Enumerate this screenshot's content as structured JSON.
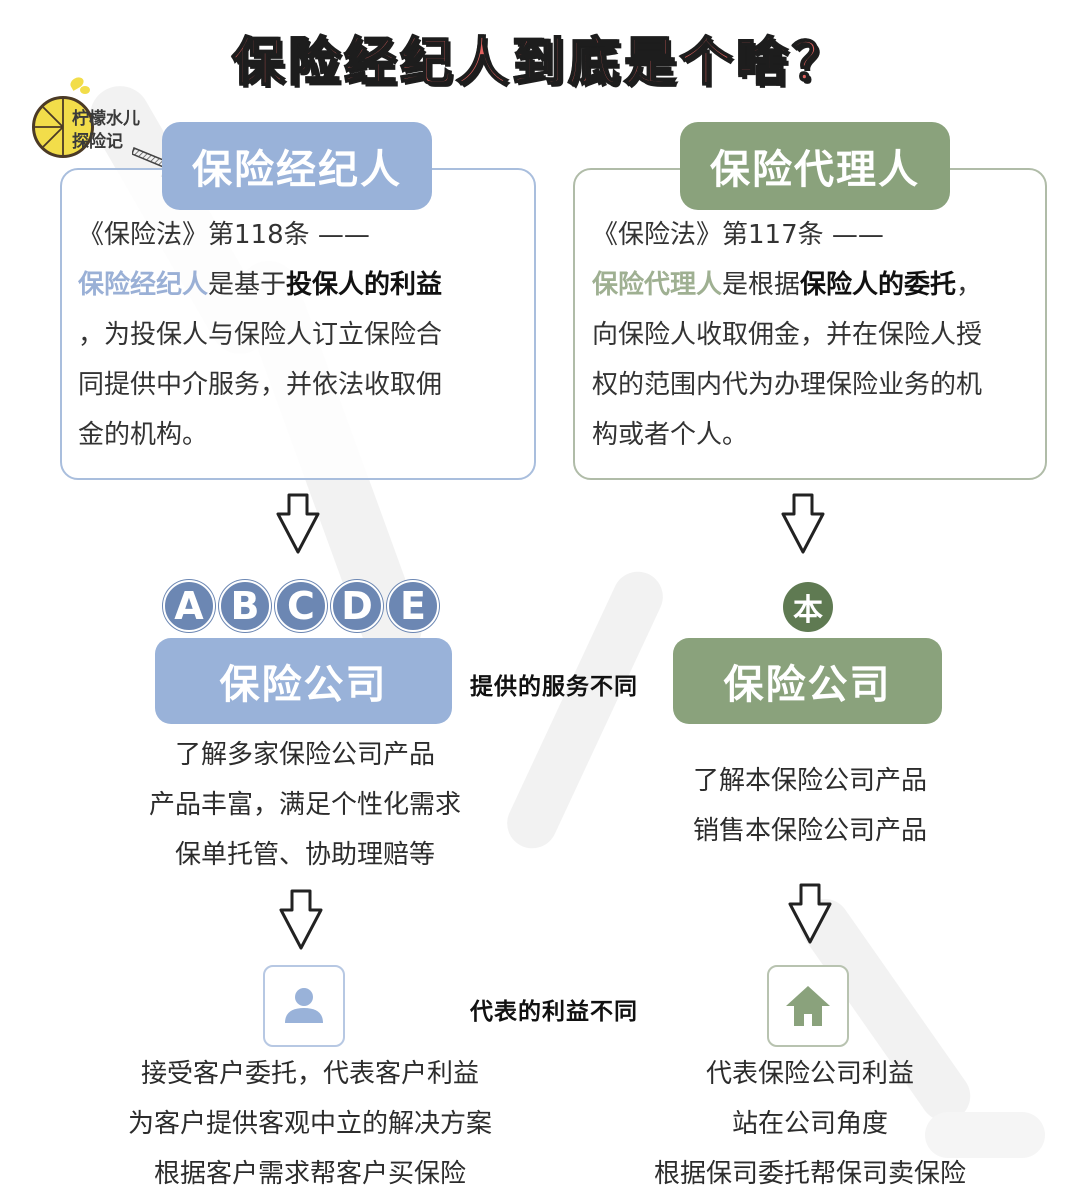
{
  "title": "保险经纪人到底是个啥？",
  "logo": {
    "line1": "柠檬水儿",
    "line2": "探险记"
  },
  "colors": {
    "title_red": "#e2625f",
    "broker_blue": "#99b2d9",
    "broker_dark_blue": "#6c87b3",
    "agent_green": "#8aa27c",
    "agent_dark_green": "#5f7a52"
  },
  "broker": {
    "header": "保险经纪人",
    "law_ref": "《保险法》第118条 ——",
    "def_term": "保险经纪人",
    "def_mid": "是基于",
    "def_bold": "投保人的利益",
    "def_rest_lines": [
      "，为投保人与保险人订立保险合",
      "同提供中介服务，并依法收取佣",
      "金的机构。"
    ],
    "letters": [
      "A",
      "B",
      "C",
      "D",
      "E"
    ],
    "company_label": "保险公司",
    "services": [
      "了解多家保险公司产品",
      "产品丰富，满足个性化需求",
      "保单托管、协助理赔等"
    ],
    "icon": "person-icon",
    "interests": [
      "接受客户委托，代表客户利益",
      "为客户提供客观中立的解决方案",
      "根据客户需求帮客户买保险"
    ]
  },
  "agent": {
    "header": "保险代理人",
    "law_ref": "《保险法》第117条 ——",
    "def_term": "保险代理人",
    "def_mid": "是根据",
    "def_bold": "保险人的委托",
    "def_bold_tail": "，",
    "def_rest_lines": [
      "向保险人收取佣金，并在保险人授",
      "权的范围内代为办理保险业务的机",
      "构或者个人。"
    ],
    "badge_char": "本",
    "company_label": "保险公司",
    "services": [
      "了解本保险公司产品",
      "销售本保险公司产品"
    ],
    "icon": "house-icon",
    "interests": [
      "代表保险公司利益",
      "站在公司角度",
      "根据保司委托帮保司卖保险"
    ]
  },
  "comparisons": {
    "service_diff": "提供的服务不同",
    "interest_diff": "代表的利益不同"
  }
}
